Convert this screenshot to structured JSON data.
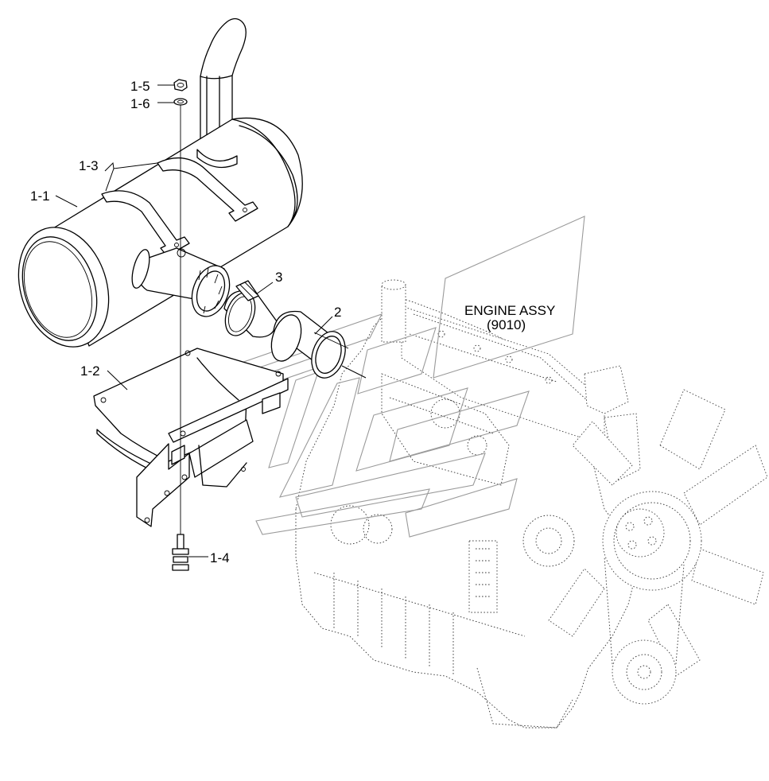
{
  "labels": {
    "part_1_1": "1-1",
    "part_1_2": "1-2",
    "part_1_3": "1-3",
    "part_1_4": "1-4",
    "part_1_5": "1-5",
    "part_1_6": "1-6",
    "part_2": "2",
    "part_3": "3",
    "engine_line1": "ENGINE ASSY",
    "engine_line2": "(9010)"
  },
  "colors": {
    "ink": "#000000",
    "watermark": "#9a9a9a",
    "background": "#ffffff"
  }
}
